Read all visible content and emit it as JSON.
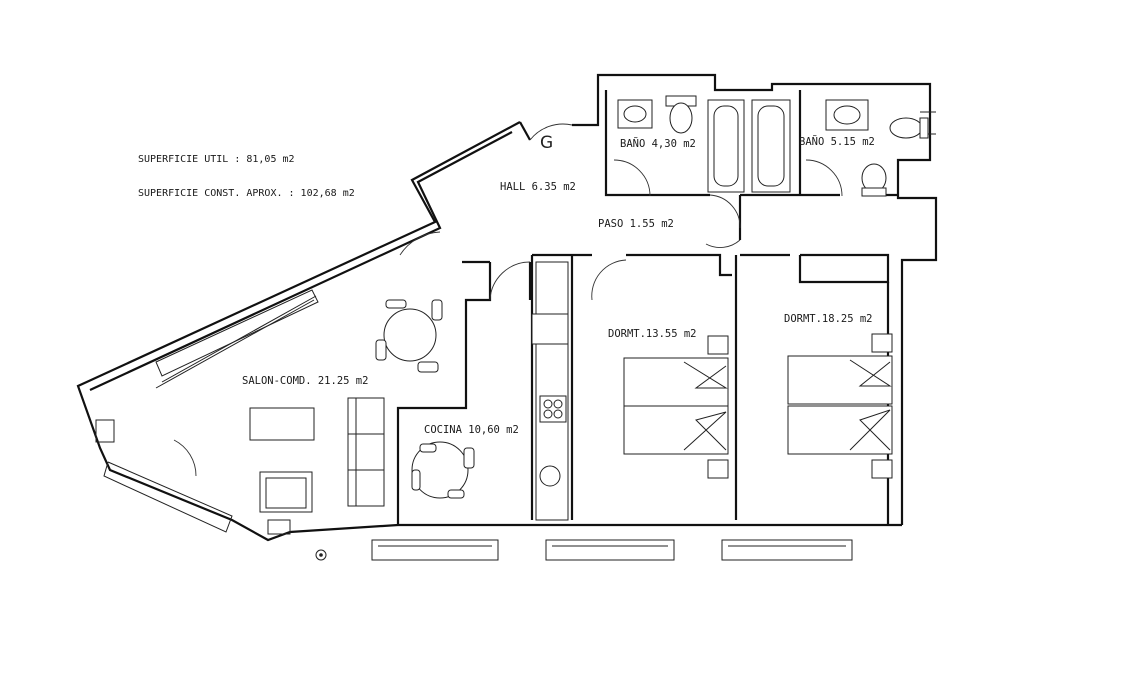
{
  "summary": {
    "useful_area": "SUPERFICIE UTIL : 81,05 m2",
    "built_area": "SUPERFICIE CONST. APROX. : 102,68 m2"
  },
  "rooms": {
    "bath1": "BAÑO 4,30 m2",
    "bath2": "BAÑO 5.15 m2",
    "hall": "HALL 6.35 m2",
    "corridor": "PASO 1.55 m2",
    "living_dining": "SALON-COMD. 21.25 m2",
    "kitchen": "COCINA 10,60 m2",
    "bedroom1": "DORMT.13.55 m2",
    "bedroom2": "DORMT.18.25 m2"
  },
  "marks": {
    "gas": "G"
  }
}
